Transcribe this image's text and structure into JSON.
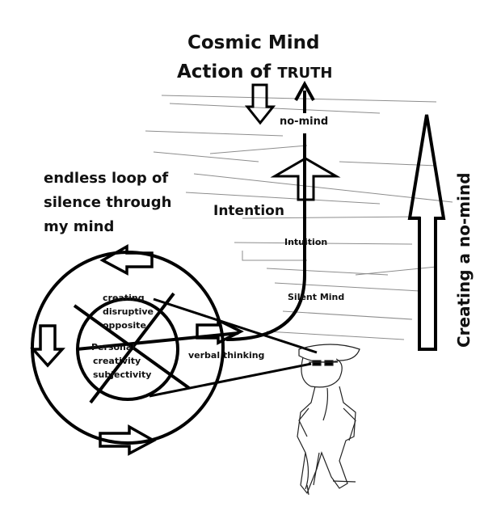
{
  "diagram": {
    "title_line1": "Cosmic Mind",
    "title_line2_prefix": "Action of ",
    "title_line2_emph": "TRUTH",
    "no_mind": "no-mind",
    "loop_label": [
      "endless loop of",
      "silence through",
      "my mind"
    ],
    "intention": "Intention",
    "intuition": "Intuition",
    "silent_mind": "Silent Mind",
    "verbal_thinking": "verbal thinking",
    "circle_top_words": [
      "creating",
      "disruptive",
      "opposite"
    ],
    "circle_bottom_words": [
      "Personal",
      "creativity",
      "subjectivity"
    ],
    "side_label": "Creating a no-mind",
    "colors": {
      "ink": "#000000",
      "faint": "#9a9a9a"
    }
  }
}
